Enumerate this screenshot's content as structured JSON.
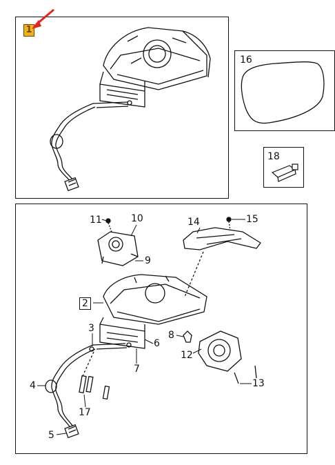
{
  "panel_main": {
    "callout_num": "1"
  },
  "panel_glass": {
    "callout_num": "16"
  },
  "panel_connector": {
    "callout_num": "18"
  },
  "panel_exploded": {
    "callouts": {
      "c2": "2",
      "c3": "3",
      "c4": "4",
      "c5": "5",
      "c6": "6",
      "c7": "7",
      "c8": "8",
      "c9": "9",
      "c10": "10",
      "c11": "11",
      "c12": "12",
      "c13": "13",
      "c14": "14",
      "c15": "15",
      "c17": "17"
    }
  },
  "colors": {
    "badge": "#f2b01e",
    "arrow": "#e0261b",
    "line": "#111111"
  }
}
